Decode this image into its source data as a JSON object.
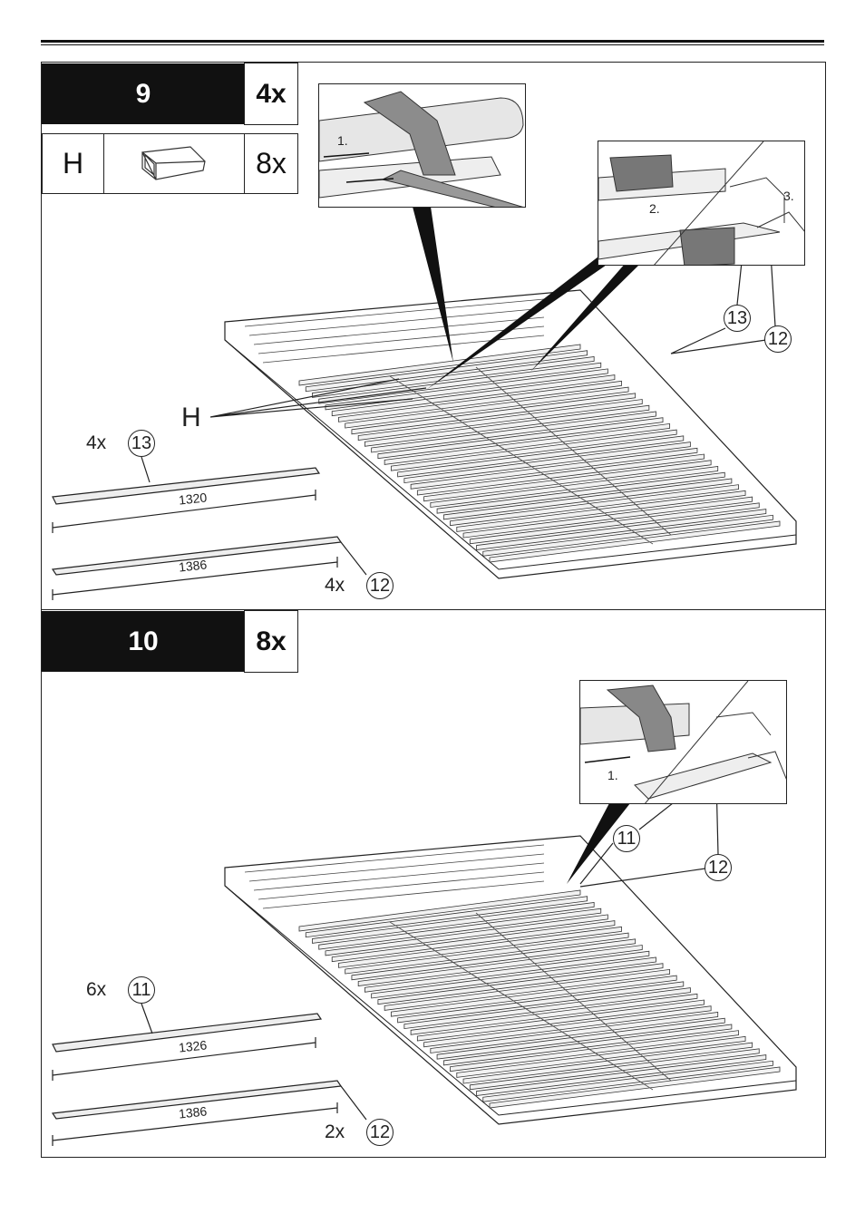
{
  "steps": [
    {
      "number": "9",
      "quantity": "4x",
      "part": {
        "letter": "H",
        "quantity": "8x",
        "icon": "connector-sleeve-icon"
      },
      "callouts": {
        "h_label": "H",
        "part_13": "13",
        "part_12": "12"
      },
      "inset_main": {
        "step": "1."
      },
      "inset_side": {
        "step_a": "2.",
        "step_b": "3."
      },
      "rails": [
        {
          "count": "4x",
          "part": "13",
          "length": "1320"
        },
        {
          "count": "4x",
          "part": "12",
          "length": "1386"
        }
      ]
    },
    {
      "number": "10",
      "quantity": "8x",
      "callouts": {
        "part_11": "11",
        "part_12": "12"
      },
      "inset": {
        "step": "1."
      },
      "rails": [
        {
          "count": "6x",
          "part": "11",
          "length": "1326"
        },
        {
          "count": "2x",
          "part": "12",
          "length": "1386"
        }
      ]
    }
  ],
  "colors": {
    "ink": "#111111",
    "grey": "#8a8a8a",
    "light": "#e2e2e2"
  }
}
